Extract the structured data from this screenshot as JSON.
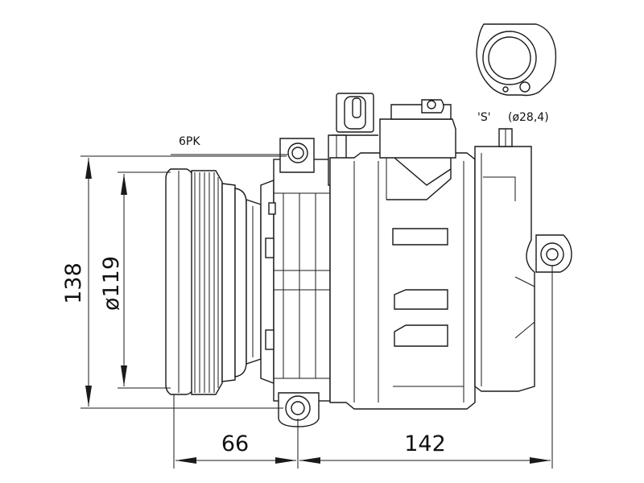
{
  "labels": {
    "belt_profile": "6PK",
    "port_tag": "'S'",
    "port_diameter": "(ø28,4)",
    "total_height": "138",
    "pulley_diameter": "ø119",
    "pulley_offset": "66",
    "body_length": "142"
  },
  "icons": {
    "port_flange": "suction-port-flange-icon"
  },
  "colors": {
    "line": "#1a1a1a",
    "background": "#ffffff"
  }
}
